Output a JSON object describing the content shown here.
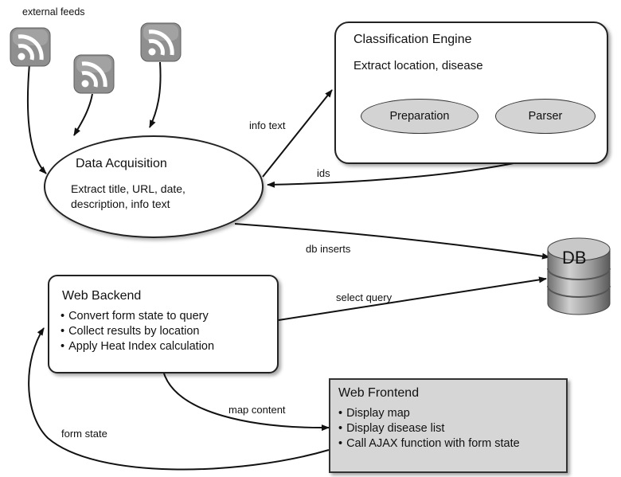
{
  "nodes": {
    "external_feeds": {
      "label": "external feeds"
    },
    "classification_engine": {
      "title": "Classification Engine",
      "subtitle": "Extract location, disease",
      "prep": "Preparation",
      "parser": "Parser"
    },
    "data_acquisition": {
      "title": "Data Acquisition",
      "lines": [
        "Extract title, URL, date,",
        "description, info text"
      ]
    },
    "db": {
      "label": "DB"
    },
    "web_backend": {
      "title": "Web Backend",
      "items": [
        "Convert form state to query",
        "Collect results by location",
        "Apply Heat Index calculation"
      ]
    },
    "web_frontend": {
      "title": "Web Frontend",
      "items": [
        "Display map",
        "Display disease list",
        "Call AJAX function with form state"
      ]
    }
  },
  "edges": {
    "info_text": "info text",
    "ids": "ids",
    "db_inserts": "db inserts",
    "select_query": "select query",
    "map_content": "map content",
    "form_state": "form state"
  },
  "icons": {
    "rss": "rss-feed-icon",
    "db": "database-icon"
  },
  "colors": {
    "ellipse_fill": "#d3d3d3",
    "frontend_fill": "#d6d6d6",
    "rss_gray": "#8f8f8f",
    "line": "#111111"
  }
}
